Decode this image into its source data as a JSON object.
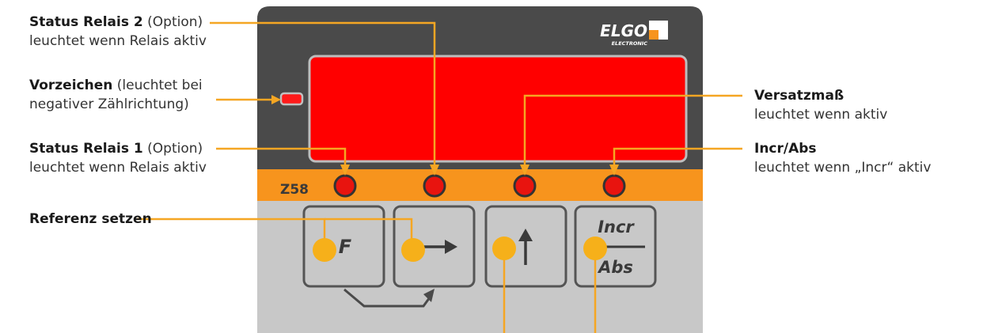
{
  "device": {
    "brand_name": "ELGO",
    "brand_sub": "ELECTRONIC",
    "model": "Z58",
    "key_f": "F",
    "key_incr": "Incr",
    "key_abs": "Abs"
  },
  "labels": {
    "relay2": {
      "title": "Status Relais 2",
      "note": "(Option)",
      "desc": "leuchtet wenn Relais aktiv"
    },
    "sign": {
      "title": "Vorzeichen",
      "note": "(leuchtet bei",
      "desc": "negativer Zählrichtung)"
    },
    "relay1": {
      "title": "Status Relais 1",
      "note": "(Option)",
      "desc": "leuchtet wenn Relais aktiv"
    },
    "reference": {
      "title": "Referenz setzen"
    },
    "offset": {
      "title": "Versatzmaß",
      "desc": "leuchtet wenn aktiv"
    },
    "incrabs": {
      "title": "Incr/Abs",
      "desc": "leuchtet wenn „Incr“ aktiv"
    }
  },
  "colors": {
    "panel_dark": "#4a4a4a",
    "panel_light": "#c8c8c8",
    "orange_strip": "#f7941d",
    "display_red": "#ff0000",
    "led_red": "#e8140f",
    "callout": "#f5a623",
    "callout_dot": "#f6b01a"
  }
}
